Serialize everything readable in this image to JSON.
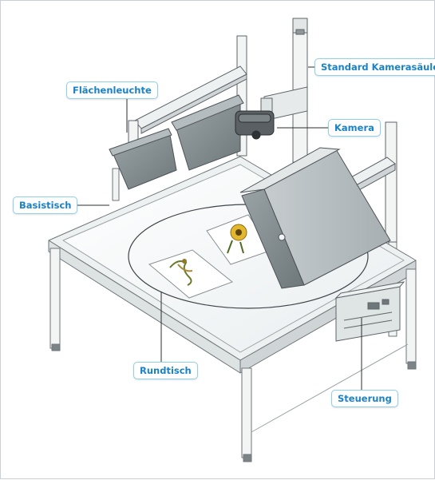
{
  "callouts": {
    "kamerasaeule": "Standard Kamerasäule",
    "flaechenleuchte": "Flächenleuchte",
    "kamera": "Kamera",
    "basistisch": "Basistisch",
    "rundtisch": "Rundtisch",
    "steuerung": "Steuerung"
  },
  "colors": {
    "callout_text": "#1b82c6",
    "callout_border": "#8fd0ea",
    "table_frame": "#f3f5f5",
    "panel": "#8a9396",
    "line": "#6f7579"
  }
}
